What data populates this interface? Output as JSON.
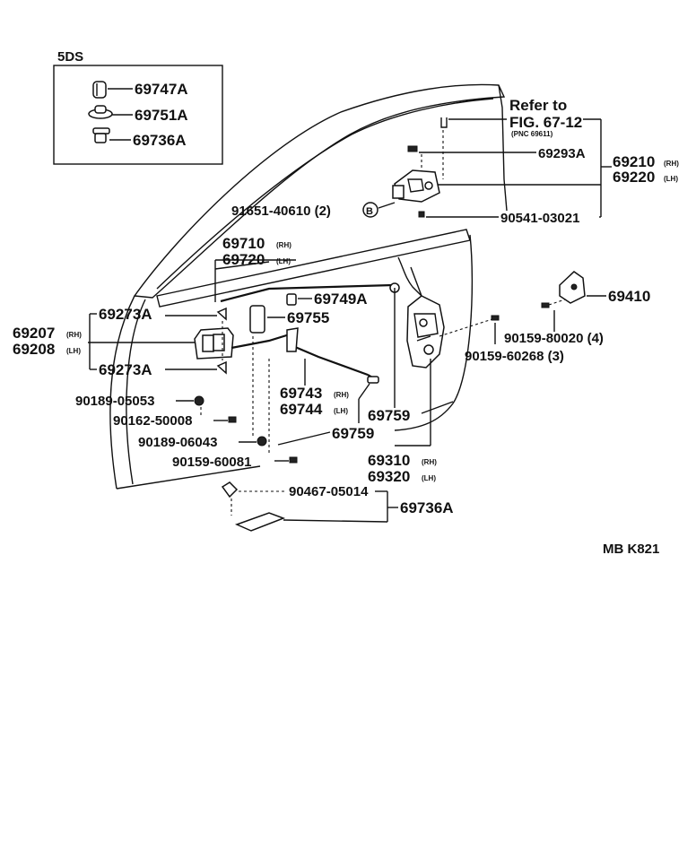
{
  "inset": {
    "title": "5DS",
    "parts": [
      "69747A",
      "69751A",
      "69736A"
    ]
  },
  "refer": {
    "line1": "Refer to",
    "line2": "FIG. 67-12",
    "line3": "(PNC 69611)"
  },
  "callouts": {
    "p69293A": "69293A",
    "p69210": "69210",
    "p69220": "69220",
    "p91651": "91651-40610 (2)",
    "b_circle": "B",
    "p90541": "90541-03021",
    "p69710": "69710",
    "p69720": "69720",
    "p69749A": "69749A",
    "p69755": "69755",
    "p69273A_top": "69273A",
    "p69273A_bottom": "69273A",
    "p69207": "69207",
    "p69208": "69208",
    "p69410": "69410",
    "p90159_80020": "90159-80020 (4)",
    "p90159_60268": "90159-60268 (3)",
    "p69743": "69743",
    "p69744": "69744",
    "p90189_05053": "90189-05053",
    "p90162_50008": "90162-50008",
    "p69759_a": "69759",
    "p69759_b": "69759",
    "p90189_06043": "90189-06043",
    "p69310": "69310",
    "p69320": "69320",
    "p90159_60081": "90159-60081",
    "p90467_05014": "90467-05014",
    "p69736A": "69736A"
  },
  "suffix": {
    "rh": "(RH)",
    "lh": "(LH)"
  },
  "footer": "MB  K821"
}
